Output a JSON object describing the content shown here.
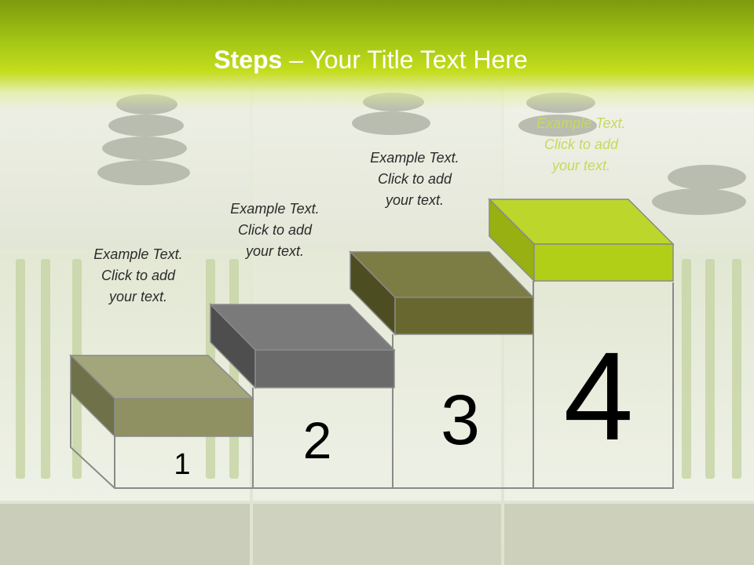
{
  "slide": {
    "title_bold": "Steps",
    "title_rest": " – Your Title Text Here"
  },
  "steps": [
    {
      "number": "1",
      "text": [
        "Example Text.",
        "Click  to add",
        "your text."
      ],
      "top_color": "#a3a67a",
      "front_color": "#8f9163",
      "side_color": "#6f7248"
    },
    {
      "number": "2",
      "text": [
        "Example Text.",
        "Click  to add",
        "your text."
      ],
      "top_color": "#7a7a7a",
      "front_color": "#6a6a6a",
      "side_color": "#4e4e4e"
    },
    {
      "number": "3",
      "text": [
        "Example Text.",
        "Click  to add",
        "your text."
      ],
      "top_color": "#7c7c45",
      "front_color": "#67672f",
      "side_color": "#4d4d22"
    },
    {
      "number": "4",
      "text": [
        "Example Text.",
        "Click  to add",
        "your text."
      ],
      "top_color": "#bcd62c",
      "front_color": "#b1cf17",
      "side_color": "#98b012"
    }
  ]
}
